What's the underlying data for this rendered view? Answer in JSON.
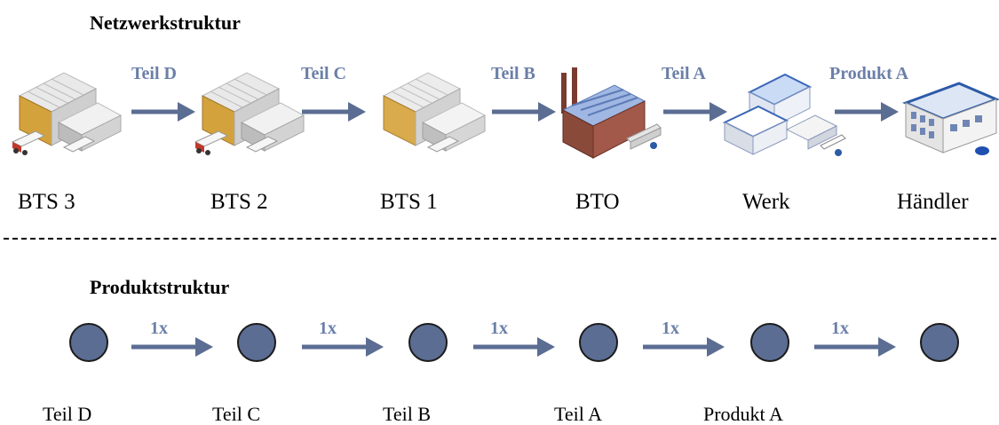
{
  "network": {
    "title": "Netzwerkstruktur",
    "nodes": [
      {
        "label": "BTS 3",
        "icon": "warehouse-icon"
      },
      {
        "label": "BTS 2",
        "icon": "warehouse-icon"
      },
      {
        "label": "BTS 1",
        "icon": "warehouse-icon"
      },
      {
        "label": "BTO",
        "icon": "factory-icon"
      },
      {
        "label": "Werk",
        "icon": "plant-icon"
      },
      {
        "label": "Händler",
        "icon": "dealer-store-icon"
      }
    ],
    "flows": [
      "Teil D",
      "Teil C",
      "Teil B",
      "Teil A",
      "Produkt A"
    ]
  },
  "product": {
    "title": "Produktstruktur",
    "parts": [
      "Teil D",
      "Teil C",
      "Teil B",
      "Teil A",
      "Produkt A",
      ""
    ],
    "quantities": [
      "1x",
      "1x",
      "1x",
      "1x",
      "1x"
    ]
  },
  "colors": {
    "accent": "#5b6d93",
    "label": "#6b7fa8"
  }
}
